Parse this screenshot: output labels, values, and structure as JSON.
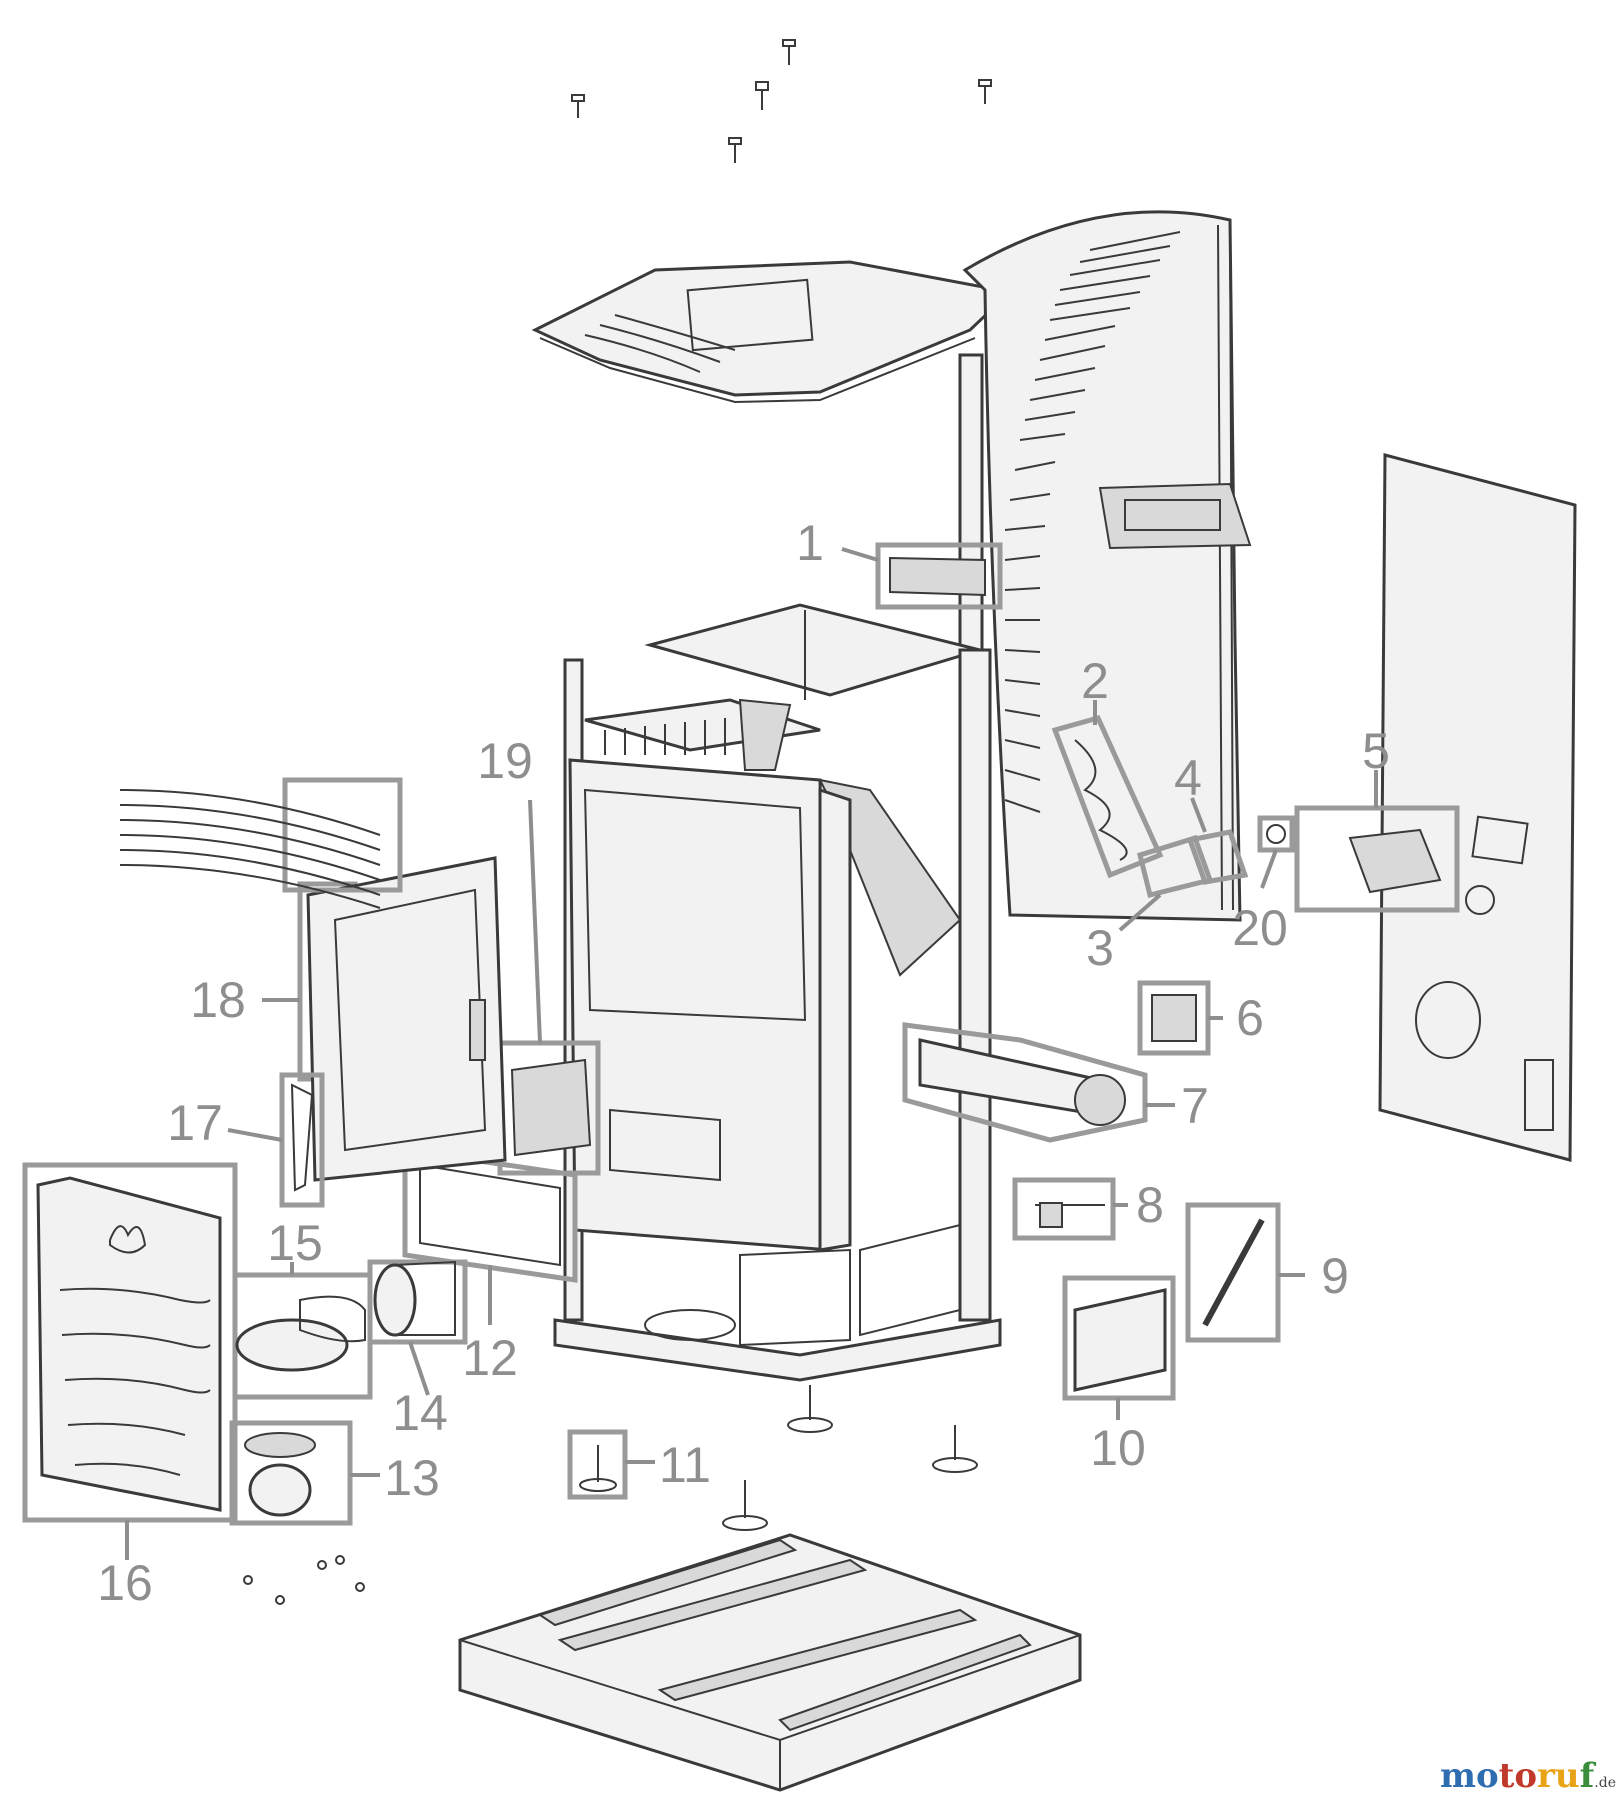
{
  "callouts": [
    {
      "label": "1",
      "part": "control-panel-display"
    },
    {
      "label": "2",
      "part": "feed-auger"
    },
    {
      "label": "3",
      "part": "auger-bearing"
    },
    {
      "label": "4",
      "part": "auger-gasket-plate"
    },
    {
      "label": "5",
      "part": "auger-gear-motor"
    },
    {
      "label": "6",
      "part": "pressure-switch"
    },
    {
      "label": "7",
      "part": "room-air-fan"
    },
    {
      "label": "8",
      "part": "temperature-sensor"
    },
    {
      "label": "9",
      "part": "igniter-element"
    },
    {
      "label": "10",
      "part": "control-board"
    },
    {
      "label": "11",
      "part": "adjustable-foot"
    },
    {
      "label": "12",
      "part": "ash-pan"
    },
    {
      "label": "13",
      "part": "exhaust-fan"
    },
    {
      "label": "14",
      "part": "exhaust-pipe-sleeve"
    },
    {
      "label": "15",
      "part": "flue-connector"
    },
    {
      "label": "16",
      "part": "side-panel"
    },
    {
      "label": "17",
      "part": "door-handle"
    },
    {
      "label": "18",
      "part": "door-with-glass"
    },
    {
      "label": "19",
      "part": "burn-pot"
    },
    {
      "label": "20",
      "part": "auger-nut"
    }
  ],
  "watermark": {
    "part1": "mo",
    "part2": "to",
    "part3": "ru",
    "part4": "f",
    "tld": ".de"
  }
}
